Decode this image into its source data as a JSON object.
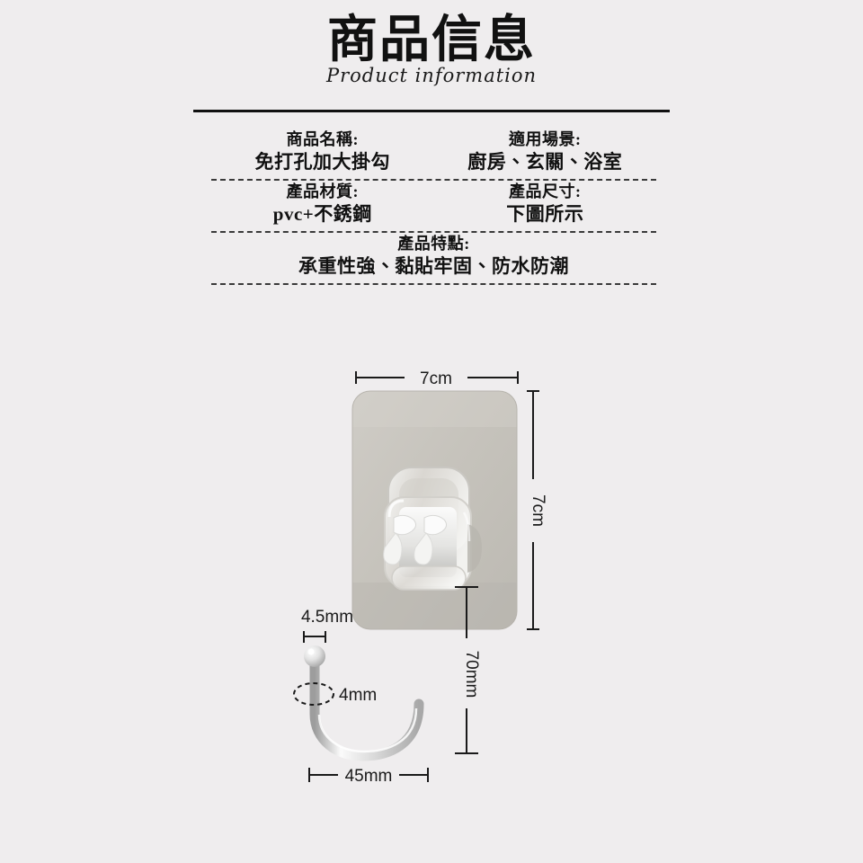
{
  "header": {
    "title_cn": "商品信息",
    "title_en": "Product information"
  },
  "info": {
    "rows": [
      {
        "cells": [
          {
            "label": "商品名稱:",
            "value": "免打孔加大掛勾"
          },
          {
            "label": "適用場景:",
            "value": "廚房、玄關、浴室"
          }
        ]
      },
      {
        "cells": [
          {
            "label": "產品材質:",
            "value": "pvc+不銹鋼"
          },
          {
            "label": "產品尺寸:",
            "value": "下圖所示"
          }
        ]
      },
      {
        "cells": [
          {
            "label": "產品特點:",
            "value": "承重性強、黏貼牢固、防水防潮"
          }
        ]
      }
    ]
  },
  "diagram": {
    "caption_width_top": "7cm",
    "caption_height_right": "7cm",
    "caption_hook_ball": "4.5mm",
    "caption_rod_diameter": "4mm",
    "caption_hook_depth": "70mm",
    "caption_hook_width": "45mm"
  },
  "colors": {
    "background": "#efedee",
    "text": "#111111",
    "rule": "#111111",
    "dashed_rule": "#3a3a3a",
    "adhesive_pad": "#c7c4bd",
    "adhesive_pad_shadow": "#b3b0a9",
    "metal_light": "#f7f7f7",
    "metal_mid": "#cfcfcf",
    "metal_dark": "#9a9a9a",
    "plastic_clear": "#e6e6e4"
  }
}
